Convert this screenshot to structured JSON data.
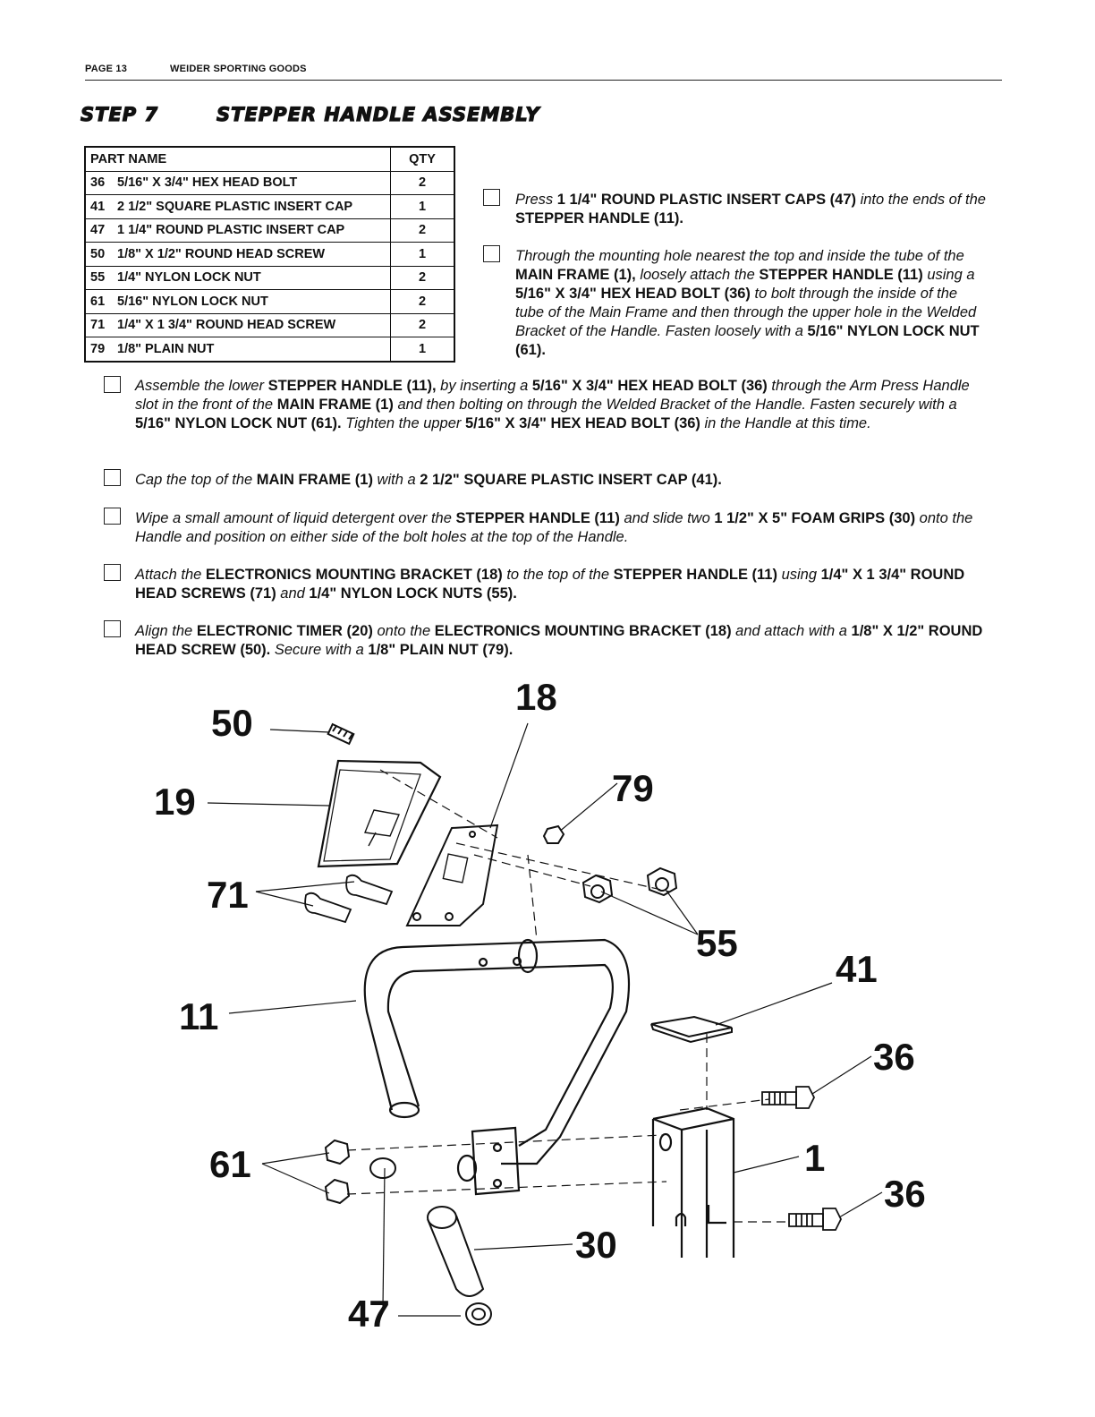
{
  "header": {
    "page": "PAGE 13",
    "company": "WEIDER SPORTING GOODS"
  },
  "step": {
    "number": "STEP 7",
    "title": "STEPPER HANDLE ASSEMBLY"
  },
  "parts_table": {
    "col_name": "PART NAME",
    "col_qty": "QTY",
    "rows": [
      {
        "no": "36",
        "name": "5/16\" X 3/4\" HEX HEAD BOLT",
        "qty": "2"
      },
      {
        "no": "41",
        "name": "2 1/2\" SQUARE PLASTIC INSERT CAP",
        "qty": "1"
      },
      {
        "no": "47",
        "name": "1 1/4\" ROUND PLASTIC INSERT CAP",
        "qty": "2"
      },
      {
        "no": "50",
        "name": "1/8\" X 1/2\" ROUND HEAD SCREW",
        "qty": "1"
      },
      {
        "no": "55",
        "name": "1/4\" NYLON LOCK NUT",
        "qty": "2"
      },
      {
        "no": "61",
        "name": "5/16\" NYLON LOCK NUT",
        "qty": "2"
      },
      {
        "no": "71",
        "name": "1/4\" X 1 3/4\" ROUND HEAD SCREW",
        "qty": "2"
      },
      {
        "no": "79",
        "name": "1/8\" PLAIN NUT",
        "qty": "1"
      }
    ]
  },
  "instructions": [
    "<i>Press</i> <b>1 1/4\" ROUND PLASTIC INSERT CAPS (47)</b> <i>into the ends of the</i> <b>STEPPER HANDLE (11).</b>",
    "<i>Through the mounting hole nearest the top and inside the tube of the</i> <b>MAIN FRAME (1),</b> <i>loosely attach the</i> <b>STEPPER HANDLE (11)</b> <i>using a</i> <b>5/16\" X 3/4\" HEX HEAD BOLT (36)</b> <i>to bolt through the inside of the tube of the Main Frame and then through the upper hole in the Welded Bracket of the Handle. Fasten loosely with a</i> <b>5/16\" NYLON LOCK NUT (61).</b>",
    "<i>Assemble the lower</i> <b>STEPPER HANDLE (11),</b> <i>by inserting a</i> <b>5/16\" X 3/4\" HEX HEAD BOLT (36)</b> <i>through the Arm Press Handle slot in the front of the</i> <b>MAIN FRAME (1)</b> <i>and then bolting on through the Welded Bracket of the Handle. Fasten securely with a</i> <b>5/16\" NYLON LOCK NUT (61).</b> <i>Tighten the upper</i> <b>5/16\" X 3/4\" HEX HEAD BOLT (36)</b> <i>in the Handle at this time.</i>",
    "<i>Cap the top of the</i> <b>MAIN FRAME (1)</b> <i>with a</i> <b>2 1/2\" SQUARE PLASTIC INSERT CAP (41).</b>",
    "<i>Wipe a small amount of liquid detergent over the</i> <b>STEPPER HANDLE (11)</b> <i>and slide two</i> <b>1 1/2\" X 5\" FOAM GRIPS (30)</b> <i>onto the Handle and position on either side of the bolt holes at the top of the Handle.</i>",
    "<i>Attach the</i> <b>ELECTRONICS MOUNTING BRACKET (18)</b> <i>to the top of the</i> <b>STEPPER HANDLE (11)</b> <i>using</i> <b>1/4\" X 1 3/4\" ROUND HEAD SCREWS (71)</b> <i>and</i> <b>1/4\" NYLON LOCK NUTS (55).</b>",
    "<i>Align the</i> <b>ELECTRONIC TIMER (20)</b> <i>onto the</i> <b>ELECTRONICS MOUNTING BRACKET (18)</b> <i>and attach with a</i> <b>1/8\" X 1/2\" ROUND HEAD SCREW (50).</b> <i>Secure with a</i> <b>1/8\" PLAIN NUT (79).</b>"
  ],
  "diagram_labels": {
    "l50": "50",
    "l18": "18",
    "l19": "19",
    "l79": "79",
    "l71": "71",
    "l55": "55",
    "l41": "41",
    "l11": "11",
    "l36a": "36",
    "l61": "61",
    "l1": "1",
    "l36b": "36",
    "l30": "30",
    "l47": "47"
  }
}
